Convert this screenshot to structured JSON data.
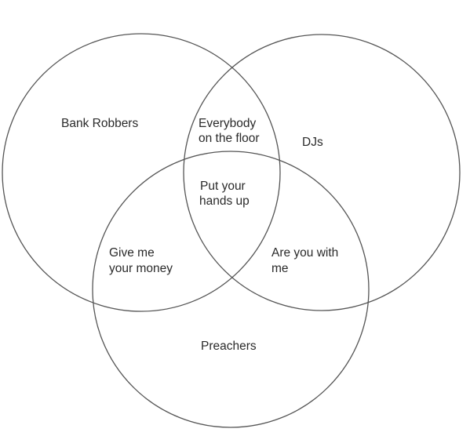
{
  "sets": [
    {
      "id": "bank-robbers",
      "label": "Bank Robbers"
    },
    {
      "id": "djs",
      "label": "DJs"
    },
    {
      "id": "preachers",
      "label": "Preachers"
    }
  ],
  "intersections": {
    "bank_robbers_djs": [
      "Everybody",
      "on the floor"
    ],
    "all_three": [
      "Put your",
      "hands up"
    ],
    "bank_robbers_preachers": [
      "Give me",
      "your money"
    ],
    "djs_preachers": [
      "Are you with",
      "me"
    ]
  }
}
